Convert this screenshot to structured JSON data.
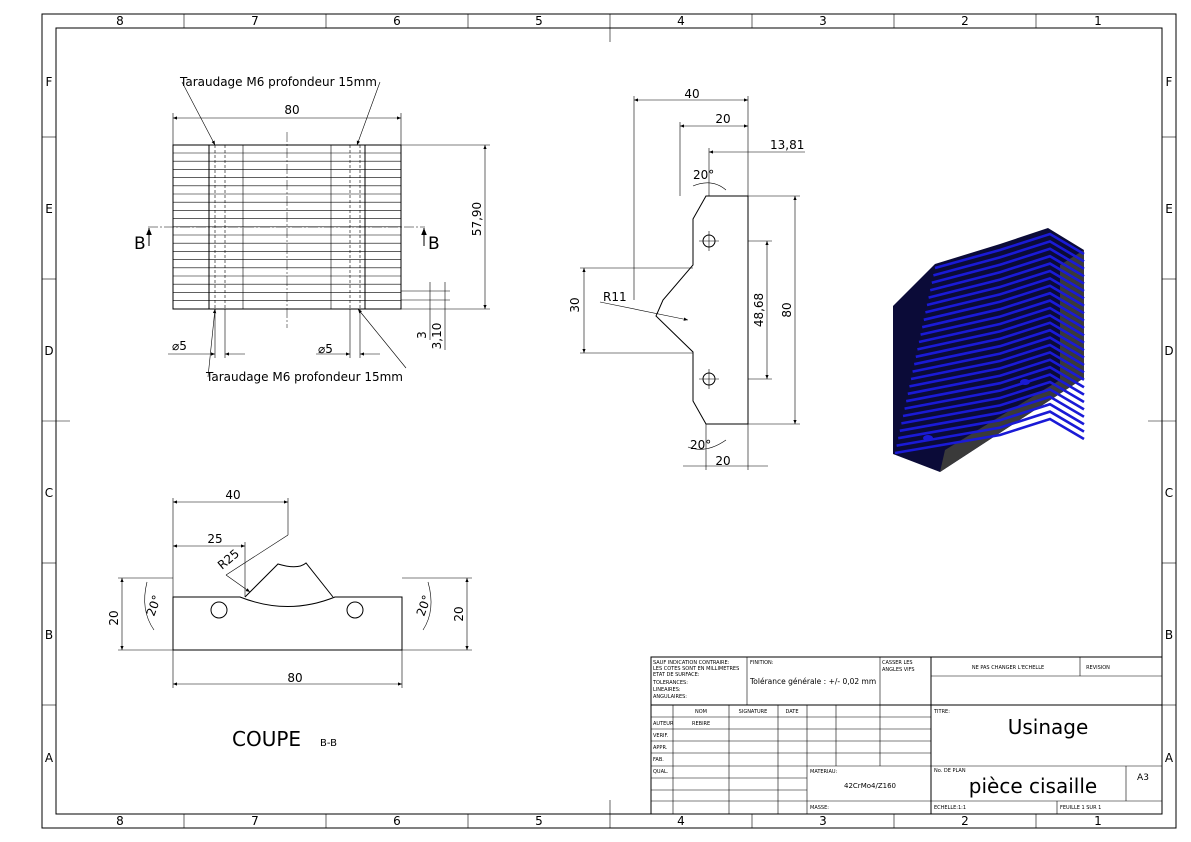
{
  "zones": {
    "columns": [
      "8",
      "7",
      "6",
      "5",
      "4",
      "3",
      "2",
      "1"
    ],
    "rows": [
      "F",
      "E",
      "D",
      "C",
      "B",
      "A"
    ]
  },
  "front_view": {
    "note_top": "Taraudage M6 profondeur 15mm",
    "note_bottom": "Taraudage M6 profondeur 15mm",
    "dim_width": "80",
    "dim_height": "57,90",
    "dim_3": "3",
    "dim_3_10": "3,10",
    "dia_left": "⌀5",
    "dia_right": "⌀5",
    "section_mark": "B"
  },
  "side_view": {
    "dim_40": "40",
    "dim_20_top": "20",
    "dim_13_81": "13,81",
    "angle_top": "20°",
    "dim_30": "30",
    "radius": "R11",
    "dim_48_68": "48,68",
    "dim_80": "80",
    "angle_bottom": "20°",
    "dim_20_bottom": "20"
  },
  "section_view": {
    "dim_40": "40",
    "dim_25": "25",
    "radius": "R25",
    "dim_20_left": "20",
    "dim_20_right": "20",
    "angle_left": "20°",
    "angle_right": "20°",
    "dim_80": "80",
    "label": "COUPE",
    "label_suffix": "B-B"
  },
  "iso_view": {
    "colors": {
      "blue": "#1a1ad6",
      "dark": "#0b0b38",
      "gray": "#3a3a3a"
    }
  },
  "title_block": {
    "general_note_lines": [
      "SAUF INDICATION CONTRAIRE:",
      "LES COTES SONT EN MILLIMETRES",
      "ETAT DE SURFACE:",
      "TOLERANCES:",
      "   LINEAIRES:",
      "   ANGULAIRES:"
    ],
    "finish_label": "FINITION:",
    "tolerance": "Tolérance générale : +/- 0,02 mm",
    "edges_lines": [
      "CASSER LES",
      "ANGLES VIFS"
    ],
    "no_scale": "NE PAS CHANGER L'ECHELLE",
    "revision": "REVISION",
    "col_nom": "NOM",
    "col_signature": "SIGNATURE",
    "col_date": "DATE",
    "row_auteur": "AUTEUR",
    "auteur_name": "REBIRE",
    "row_verif": "VERIF.",
    "row_appr": "APPR.",
    "row_fab": "FAB.",
    "row_qual": "QUAL.",
    "title_label": "TITRE:",
    "title": "Usinage",
    "material_label": "MATERIAU:",
    "material": "42CrMo4/Z160",
    "plan_label": "No. DE PLAN",
    "plan_name": "pièce cisaille",
    "format": "A3",
    "mass_label": "MASSE:",
    "scale": "ECHELLE:1:1",
    "sheet": "FEUILLE 1 SUR 1"
  }
}
